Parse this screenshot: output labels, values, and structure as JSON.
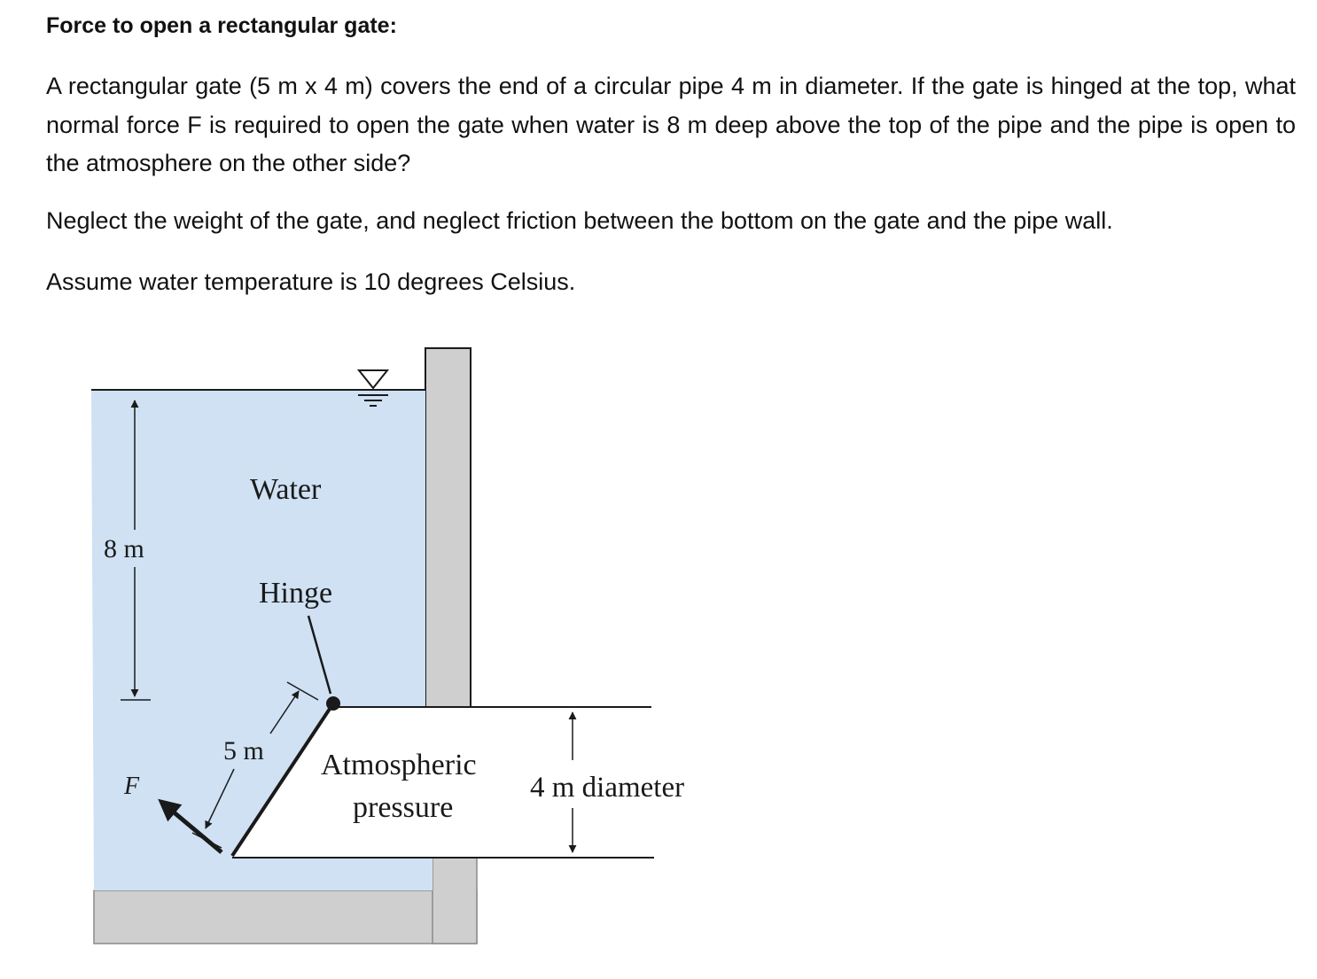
{
  "problem": {
    "title": "Force to open a rectangular gate:",
    "paragraphs": [
      "A rectangular gate (5 m x 4 m) covers the end of a circular pipe 4 m in diameter. If the gate is hinged at the top, what normal force F is required to open the gate when water is 8 m deep above the top of the pipe and the pipe is open to the atmosphere on the other side?",
      "Neglect the weight of the gate, and neglect friction between the bottom on the gate and the pipe wall.",
      "Assume water temperature is 10 degrees Celsius."
    ]
  },
  "figure": {
    "labels": {
      "water": "Water",
      "depth": "8 m",
      "hinge": "Hinge",
      "gate_length": "5 m",
      "force": "F",
      "atmospheric_line1": "Atmospheric",
      "atmospheric_line2": "pressure",
      "pipe_diameter": "4 m diameter"
    },
    "colors": {
      "water": "#cfe1f3",
      "wall": "#cfcfcf",
      "outline": "#1a1a1a"
    }
  }
}
